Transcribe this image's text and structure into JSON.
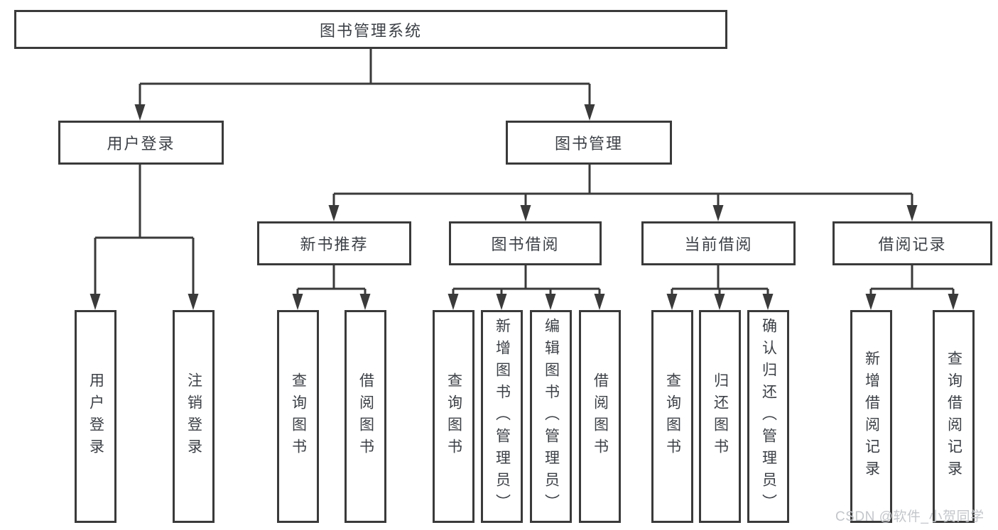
{
  "tree": {
    "root": {
      "label": "图书管理系统"
    },
    "branches": [
      {
        "label": "用户登录",
        "children": [
          "用户登录",
          "注销登录"
        ]
      },
      {
        "label": "图书管理",
        "sections": [
          {
            "label": "新书推荐",
            "children": [
              "查询图书",
              "借阅图书"
            ]
          },
          {
            "label": "图书借阅",
            "children": [
              "查询图书",
              "新增图书（管理员）",
              "编辑图书（管理员）",
              "借阅图书"
            ]
          },
          {
            "label": "当前借阅",
            "children": [
              "查询图书",
              "归还图书",
              "确认归还（管理员）"
            ]
          },
          {
            "label": "借阅记录",
            "children": [
              "新增借阅记录",
              "查询借阅记录"
            ]
          }
        ]
      }
    ]
  },
  "watermark": {
    "text": "CSDN @软件_小贺同学"
  },
  "colors": {
    "line": "#3a3a3a",
    "box_border": "#3a3a3a",
    "text": "#3c4046",
    "watermark": "#c3c6ca",
    "background": "#ffffff"
  }
}
